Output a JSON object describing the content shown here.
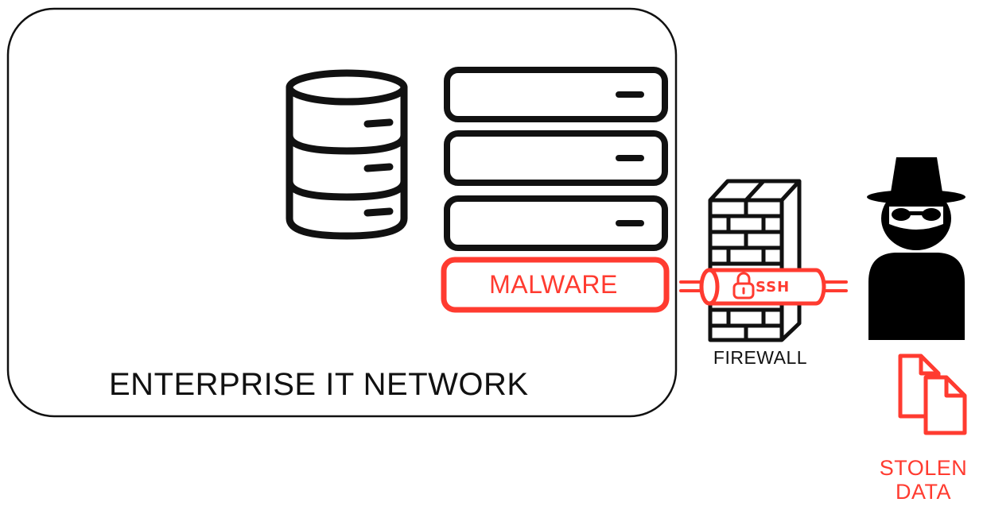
{
  "diagram": {
    "network_label": "ENTERPRISE IT NETWORK",
    "malware_label": "MALWARE",
    "tunnel_label": "SSH",
    "firewall_label": "FIREWALL",
    "stolen_line1": "STOLEN",
    "stolen_line2": "DATA"
  },
  "colors": {
    "outline": "#111111",
    "threat": "#ff3b30",
    "background": "#ffffff"
  },
  "icons": [
    "database-icon",
    "server-rack-icon",
    "firewall-icon",
    "lock-icon",
    "hacker-icon",
    "documents-icon"
  ]
}
